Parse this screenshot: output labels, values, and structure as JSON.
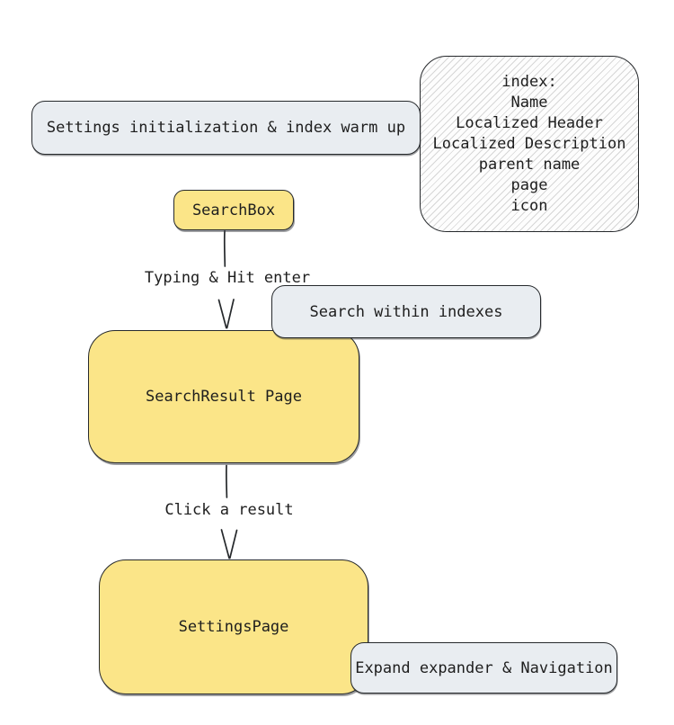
{
  "diagram": {
    "nodes": {
      "settings_init": {
        "label": "Settings initialization & index warm up"
      },
      "index_note": {
        "title": "index:",
        "fields": [
          "Name",
          "Localized Header",
          "Localized Description",
          "parent name",
          "page",
          "icon"
        ]
      },
      "search_box": {
        "label": "SearchBox"
      },
      "search_within": {
        "label": "Search within indexes"
      },
      "search_result": {
        "label": "SearchResult Page"
      },
      "settings_page": {
        "label": "SettingsPage"
      },
      "expand_nav": {
        "label": "Expand expander & Navigation"
      }
    },
    "edges": {
      "typing_enter": {
        "label": "Typing & Hit enter"
      },
      "click_result": {
        "label": "Click a result"
      }
    },
    "colors": {
      "ink": "#26292c",
      "text": "#1e1e1e",
      "node_fill_yellow": "#fbe588",
      "node_fill_gray": "#e9edf1",
      "note_fill": "#fdfdfd",
      "canvas_bg": "#ffffff"
    }
  }
}
